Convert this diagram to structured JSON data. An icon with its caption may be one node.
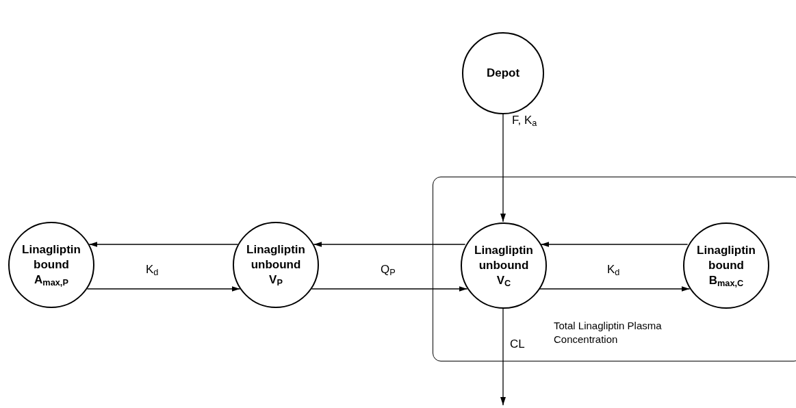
{
  "diagram": {
    "nodes": [
      {
        "text": [
          "Depot"
        ]
      },
      {
        "text": [
          "Linagliptin bound",
          "A$_{max,P}$"
        ]
      },
      {
        "text": [
          "Linagliptin unbound",
          "V$_{P}$"
        ]
      },
      {
        "text": [
          "Total Linagliptin Plasma Concentration"
        ]
      },
      {
        "text": [
          "Linagliptin unbound",
          "V$_{C}$"
        ],
        "in": 3
      },
      {
        "text": [
          "Linagliptin bound",
          "B$_{max,C}$"
        ],
        "in": 3
      }
    ],
    "edges": [
      {
        "from": 0,
        "to": 4,
        "arrow": "to",
        "label": "F, K$_{a}$"
      },
      {
        "from": 2,
        "to": 1,
        "arrow": "to"
      },
      {
        "from": 1,
        "to": 2,
        "arrow": "to",
        "label": "K$_{d}$"
      },
      {
        "from": 4,
        "to": 2,
        "arrow": "to"
      },
      {
        "from": 2,
        "to": 4,
        "arrow": "to",
        "label": "Q$_{P}$"
      },
      {
        "from": 5,
        "to": 4,
        "arrow": "to"
      },
      {
        "from": 4,
        "to": 5,
        "arrow": "to",
        "label": "K$_{d}$"
      },
      {
        "from": 4,
        "to": null,
        "arrow": "to",
        "label": "CL"
      }
    ]
  }
}
